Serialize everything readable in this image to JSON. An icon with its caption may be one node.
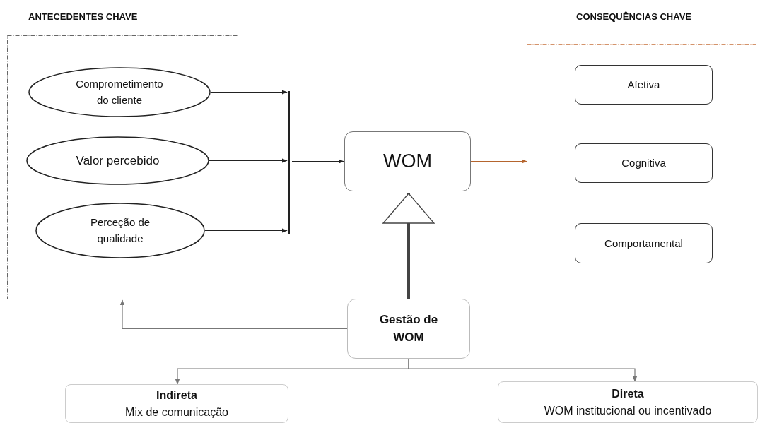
{
  "diagram": {
    "nodes": [
      {
        "text": [
          "ANTECEDENTES CHAVE"
        ]
      },
      {
        "text": [
          "Comprometimento do cliente"
        ],
        "in": 0
      },
      {
        "text": [
          "Valor percebido"
        ],
        "in": 0
      },
      {
        "text": [
          "Perceção de qualidade"
        ],
        "in": 0
      },
      {
        "text": [],
        "shape": "bar"
      },
      {
        "text": [
          "WOM"
        ]
      },
      {
        "text": [
          "CONSEQUÊNCIAS CHAVE"
        ]
      },
      {
        "text": [
          "Afetiva"
        ],
        "in": 6
      },
      {
        "text": [
          "Cognitiva"
        ],
        "in": 6
      },
      {
        "text": [
          "Comportamental"
        ],
        "in": 6
      },
      {
        "text": [
          "Gestão de WOM"
        ]
      },
      {
        "text": [
          "Indireta",
          "Mix de comunicação"
        ]
      },
      {
        "text": [
          "Direta",
          "WOM institucional ou incentivado"
        ]
      }
    ],
    "edges": [
      {
        "from": 1,
        "to": 4,
        "arrow": "to"
      },
      {
        "from": 2,
        "to": 4,
        "arrow": "to"
      },
      {
        "from": 3,
        "to": 4,
        "arrow": "to"
      },
      {
        "from": 4,
        "to": 5,
        "arrow": "to"
      },
      {
        "from": 5,
        "to": 6,
        "arrow": "to",
        "color": "#b5652e"
      },
      {
        "from": 10,
        "to": 5,
        "arrow": "to",
        "style": "thick"
      },
      {
        "from": 10,
        "to": 0,
        "arrow": "to"
      },
      {
        "from": 10,
        "to": 11,
        "arrow": "to"
      },
      {
        "from": 10,
        "to": 12,
        "arrow": "to"
      }
    ]
  }
}
